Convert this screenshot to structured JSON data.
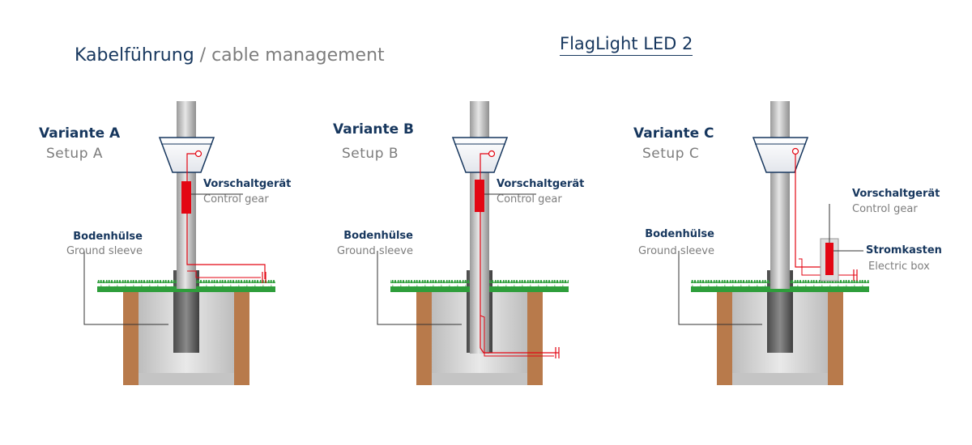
{
  "header": {
    "title_de": "Kabelführung",
    "title_sep": " / ",
    "title_en": "cable management",
    "product": "FlagLight LED 2"
  },
  "variants": [
    {
      "name": "Variante A",
      "setup": "Setup A",
      "gear_de": "Vorschaltgerät",
      "gear_en": "Control gear",
      "sleeve_de": "Bodenhülse",
      "sleeve_en": "Ground sleeve"
    },
    {
      "name": "Variante B",
      "setup": "Setup B",
      "gear_de": "Vorschaltgerät",
      "gear_en": "Control gear",
      "sleeve_de": "Bodenhülse",
      "sleeve_en": "Ground sleeve"
    },
    {
      "name": "Variante C",
      "setup": "Setup C",
      "gear_de": "Vorschaltgerät",
      "gear_en": "Control gear",
      "sleeve_de": "Bodenhülse",
      "sleeve_en": "Ground sleeve",
      "box_de": "Stromkasten",
      "box_en": "Electric box"
    }
  ],
  "colors": {
    "navy": "#17375e",
    "grey_text": "#7d7d7d",
    "cable_red": "#e30613",
    "grass_green": "#2e9e3b",
    "soil_brown": "#b87a4b",
    "sleeve_grey": "#c9c9c9",
    "pole_grey": "#b3b3b3"
  }
}
